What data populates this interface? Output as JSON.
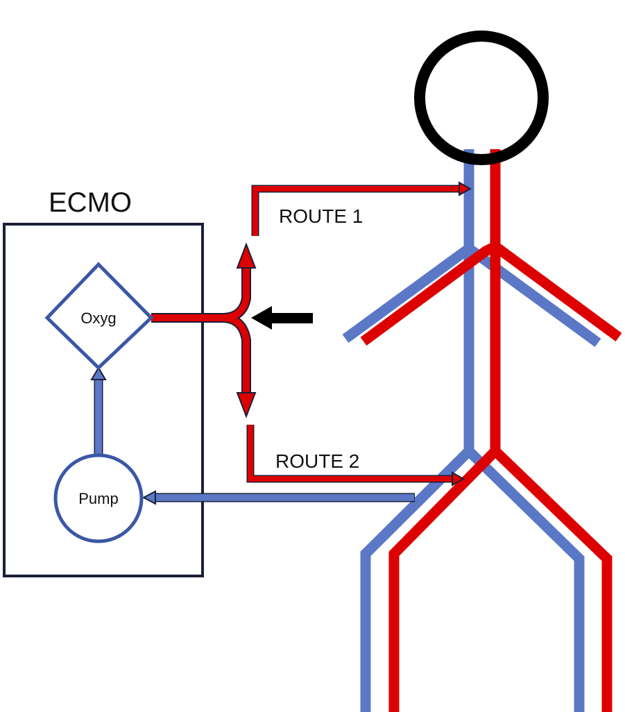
{
  "title": "ECMO",
  "labels": {
    "oxygenator": "Oxyg",
    "pump": "Pump",
    "route1": "ROUTE 1",
    "route2": "ROUTE 2"
  },
  "colors": {
    "venous": "#5b78c6",
    "arterial": "#dd0000",
    "outline": "#1a1f3a",
    "head": "#000000",
    "indicator": "#000000"
  },
  "icons": {
    "indicator": "arrow-left-icon",
    "flow": "arrow-icon"
  }
}
